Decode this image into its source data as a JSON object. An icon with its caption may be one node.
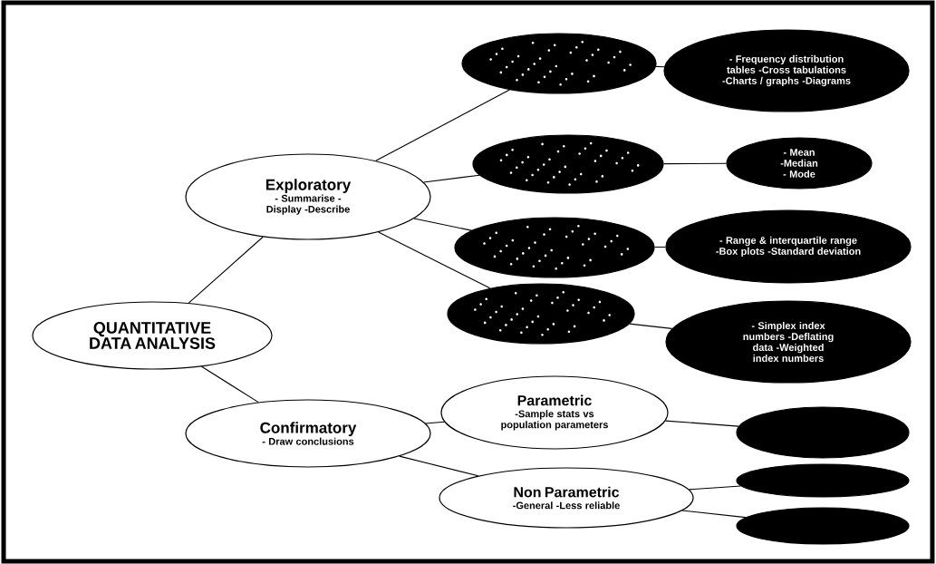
{
  "diagram": {
    "nodes": [
      {
        "text": [
          "QUANTITATIVE DATA ANALYSIS"
        ]
      },
      {
        "text": [
          "Exploratory",
          "- Summarise -Display -Describe"
        ]
      },
      {
        "text": [
          "Confirmatory",
          "- Draw conclusions"
        ]
      },
      {
        "text": [],
        "shape": "ellipse"
      },
      {
        "text": [
          "- Frequency distribution tables -Cross tabulations -Charts / graphs -Diagrams"
        ]
      },
      {
        "text": [],
        "shape": "ellipse"
      },
      {
        "text": [
          "- Mean -Median - Mode"
        ]
      },
      {
        "text": [],
        "shape": "ellipse"
      },
      {
        "text": [
          "- Range & interquartile range -Box plots -Standard deviation"
        ]
      },
      {
        "text": [],
        "shape": "ellipse"
      },
      {
        "text": [
          "- Simplex index numbers -Deflating data -Weighted index numbers"
        ]
      },
      {
        "text": [
          "Parametric",
          "-Sample stats vs population parameters"
        ]
      },
      {
        "text": [],
        "shape": "ellipse"
      },
      {
        "text": [
          "Non Parametric",
          "-General -Less reliable"
        ]
      },
      {
        "text": [],
        "shape": "ellipse"
      },
      {
        "text": [],
        "shape": "ellipse"
      }
    ],
    "edges": [
      {
        "from": 0,
        "to": 1,
        "arrow": "none"
      },
      {
        "from": 0,
        "to": 2,
        "arrow": "none"
      },
      {
        "from": 1,
        "to": 3,
        "arrow": "none"
      },
      {
        "from": 1,
        "to": 5,
        "arrow": "none"
      },
      {
        "from": 1,
        "to": 7,
        "arrow": "none"
      },
      {
        "from": 1,
        "to": 9,
        "arrow": "none"
      },
      {
        "from": 3,
        "to": 4,
        "arrow": "none"
      },
      {
        "from": 5,
        "to": 6,
        "arrow": "none"
      },
      {
        "from": 7,
        "to": 8,
        "arrow": "none"
      },
      {
        "from": 9,
        "to": 10,
        "arrow": "none"
      },
      {
        "from": 2,
        "to": 11,
        "arrow": "none"
      },
      {
        "from": 2,
        "to": 13,
        "arrow": "none"
      },
      {
        "from": 11,
        "to": 12,
        "arrow": "none"
      },
      {
        "from": 13,
        "to": 14,
        "arrow": "none"
      },
      {
        "from": 13,
        "to": 15,
        "arrow": "none"
      }
    ]
  }
}
